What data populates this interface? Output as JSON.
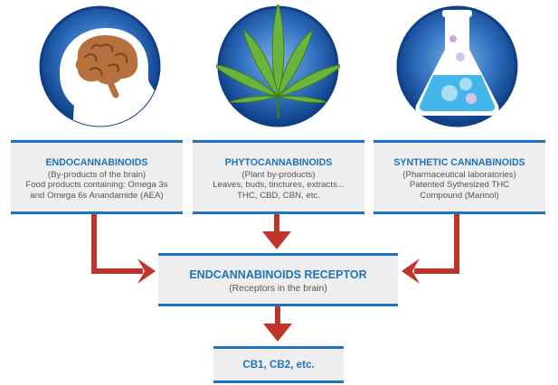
{
  "icons": {
    "left": "human-head-brain-icon",
    "center": "cannabis-leaf-icon",
    "right": "laboratory-flask-icon"
  },
  "colors": {
    "accent_blue": "#1e73be",
    "arrow_red": "#c1342a",
    "box_fill": "#eeeeee",
    "text_gray": "#555555"
  },
  "sources": [
    {
      "title": "ENDOCANNABINOIDS",
      "lines": [
        "(By-products of the brain)",
        "Food products containing: Omega 3s",
        "and Omega 6s Anandamide (AEA)"
      ]
    },
    {
      "title": "PHYTOCANNABINOIDS",
      "lines": [
        "(Plant by-products)",
        "Leaves, buds, tinctures, extracts...",
        "THC, CBD, CBN, etc."
      ]
    },
    {
      "title": "SYNTHETIC CANNABINOIDS",
      "lines": [
        "(Pharmaceutical laboratories)",
        "Patented Sythesized THC",
        "Compound (Marinol)"
      ]
    }
  ],
  "receptor": {
    "title": "ENDCANNABINOIDS RECEPTOR",
    "subtitle": "(Receptors in the brain)"
  },
  "result": {
    "title": "CB1, CB2, etc."
  }
}
